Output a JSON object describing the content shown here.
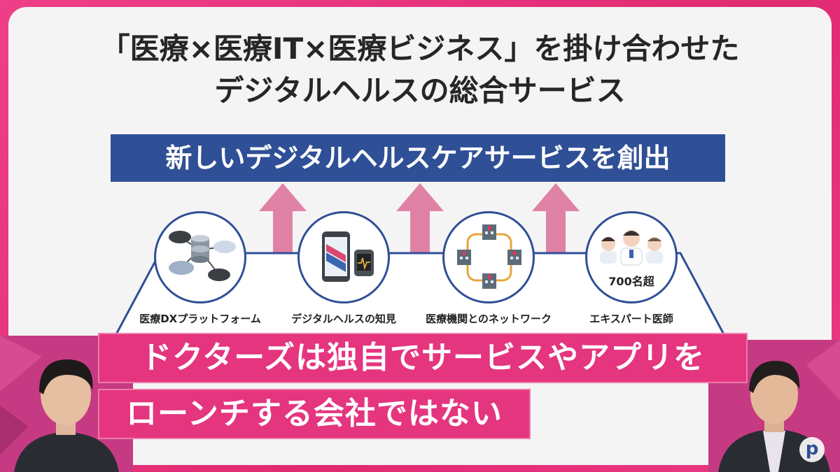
{
  "slide": {
    "title_line1": "「医療×医療IT×医療ビジネス」を掛け合わせた",
    "title_line2": "デジタルヘルスの総合サービス",
    "banner": "新しいデジタルヘルスケアサービスを創出",
    "features": [
      {
        "label": "医療DXプラットフォーム",
        "icon": "database-network-icon"
      },
      {
        "label": "デジタルヘルスの知見",
        "icon": "smartphone-watch-icon"
      },
      {
        "label": "医療機関とのネットワーク",
        "icon": "hospital-network-icon"
      },
      {
        "label": "エキスパート医師",
        "icon": "doctors-icon",
        "count": "700名超"
      }
    ]
  },
  "subtitle": {
    "line1": "ドクターズは独自でサービスやアプリを",
    "line2": "ローンチする会社ではない"
  },
  "colors": {
    "frame": "#e6317a",
    "banner": "#2f4f96",
    "arrow": "#e082a6",
    "subtitle_bg": "#e4357e"
  },
  "brand": {
    "logo_icon": "p-logo-icon"
  }
}
